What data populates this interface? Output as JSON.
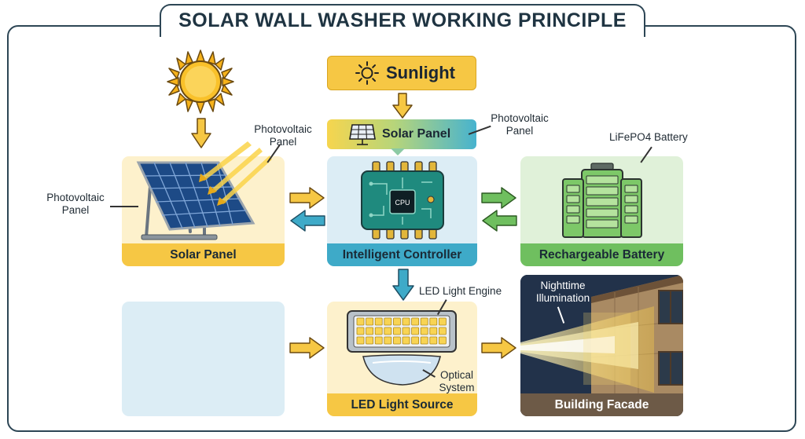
{
  "title": "SOLAR WALL WASHER WORKING PRINCIPLE",
  "sunlight": {
    "label": "Sunlight"
  },
  "solar_panel_pill": {
    "label": "Solar Panel"
  },
  "annotations": {
    "pv_top_right": "Photovoltaic\nPanel",
    "pv_mid": "Photovoltaic\nPanel",
    "pv_left": "Photovoltaic\nPanel",
    "battery": "LiFePO4 Battery",
    "led_engine": "LED Light Engine",
    "optical": "Optical\nSystem",
    "nighttime": "Nighttime\nIllumination",
    "cpu": "CPU"
  },
  "panels": {
    "solar": "Solar Panel",
    "controller": "Intelligent Controller",
    "battery": "Rechargeable Battery",
    "led": "LED Light Source",
    "facade": "Building Facade"
  },
  "colors": {
    "yellow": "#f6c744",
    "blue": "#3eaac8",
    "green": "#6fbf5f",
    "frame": "#2d4655"
  }
}
